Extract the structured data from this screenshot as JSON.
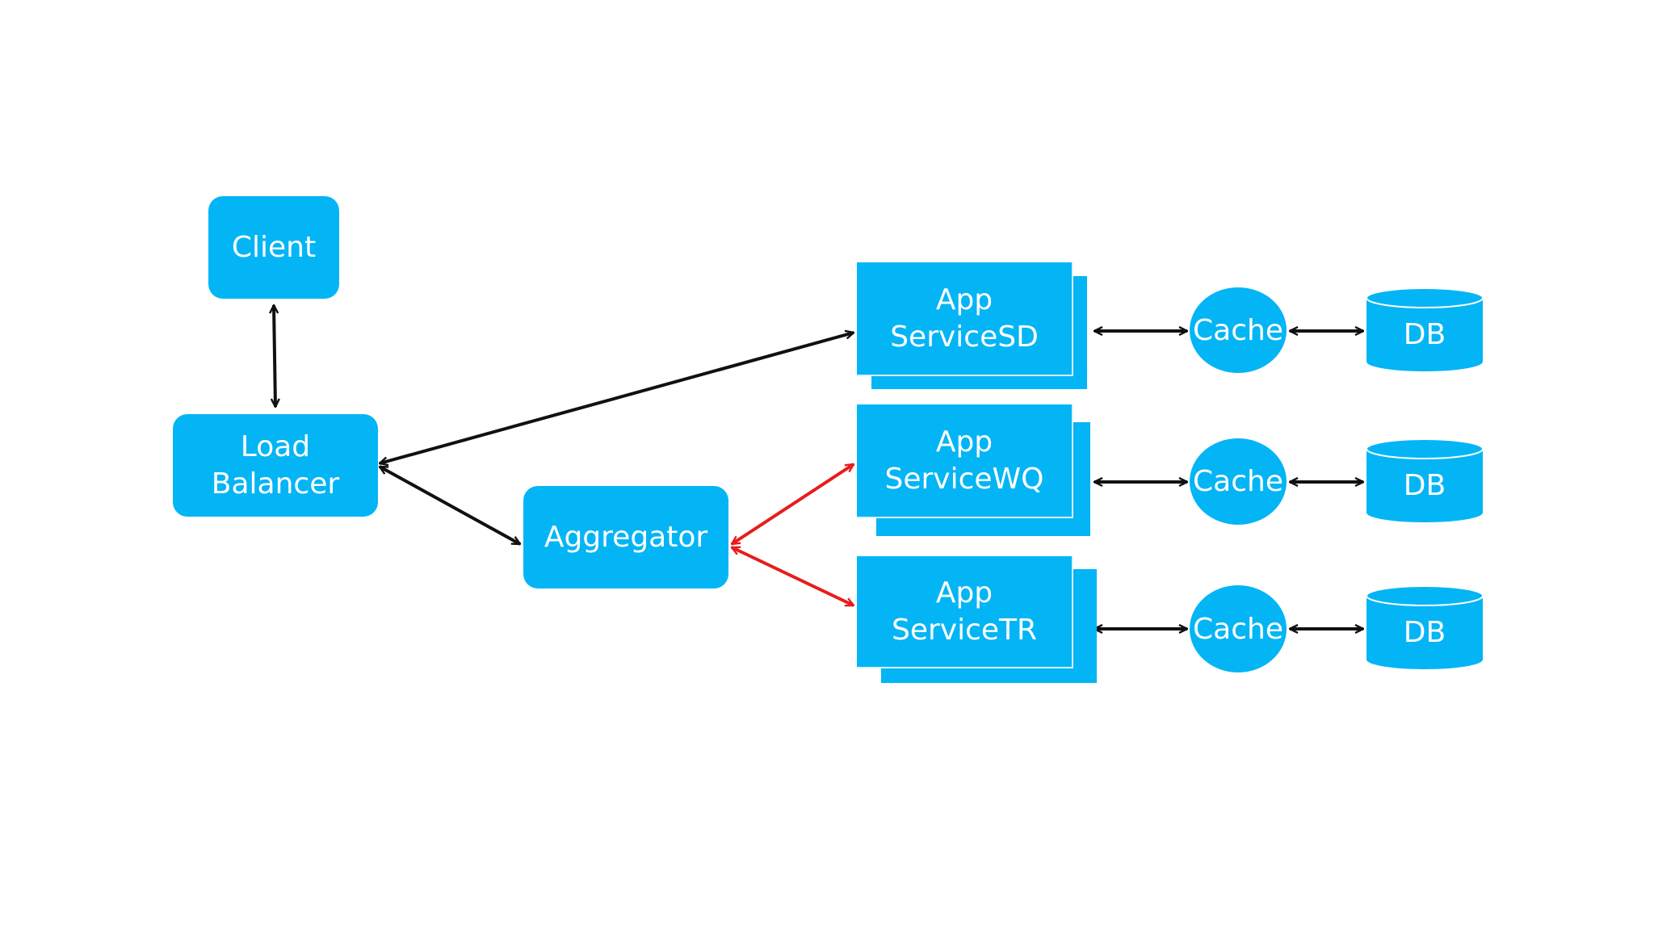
{
  "nodes": {
    "client": "Client",
    "load_balancer": [
      "Load",
      "Balancer"
    ],
    "aggregator": "Aggregator"
  },
  "services": [
    {
      "line1": "App",
      "line2": "ServiceSD",
      "cache": "Cache",
      "db": "DB"
    },
    {
      "line1": "App",
      "line2": "ServiceWQ",
      "cache": "Cache",
      "db": "DB"
    },
    {
      "line1": "App",
      "line2": "ServiceTR",
      "cache": "Cache",
      "db": "DB"
    }
  ],
  "colors": {
    "node_fill": "#04b5f5",
    "node_text": "#ffffff",
    "connector": "#111111",
    "highlight_connector": "#e81c1c"
  },
  "edges": [
    {
      "from": "Client",
      "to": "Load Balancer",
      "direction": "both",
      "highlight": false
    },
    {
      "from": "Load Balancer",
      "to": "App ServiceSD",
      "direction": "both",
      "highlight": false
    },
    {
      "from": "Load Balancer",
      "to": "Aggregator",
      "direction": "both",
      "highlight": false
    },
    {
      "from": "Aggregator",
      "to": "App ServiceWQ",
      "direction": "both",
      "highlight": true
    },
    {
      "from": "Aggregator",
      "to": "App ServiceTR",
      "direction": "both",
      "highlight": true
    },
    {
      "from": "App ServiceSD",
      "to": "Cache",
      "direction": "both",
      "highlight": false
    },
    {
      "from": "Cache",
      "to": "DB",
      "direction": "both",
      "highlight": false
    },
    {
      "from": "App ServiceWQ",
      "to": "Cache",
      "direction": "both",
      "highlight": false
    },
    {
      "from": "Cache",
      "to": "DB",
      "direction": "both",
      "highlight": false
    },
    {
      "from": "App ServiceTR",
      "to": "Cache",
      "direction": "both",
      "highlight": false
    },
    {
      "from": "Cache",
      "to": "DB",
      "direction": "both",
      "highlight": false
    }
  ]
}
